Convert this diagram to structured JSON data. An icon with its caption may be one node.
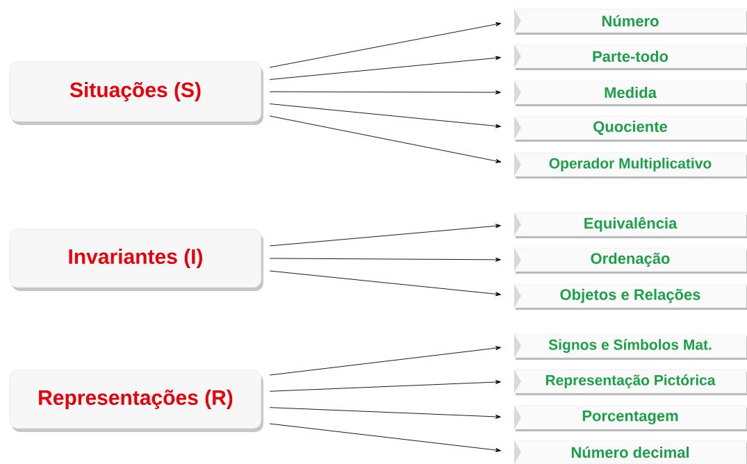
{
  "diagram": {
    "nodes": [
      {
        "text": [
          "Situações (S)"
        ]
      },
      {
        "text": [
          "Número"
        ]
      },
      {
        "text": [
          "Parte-todo"
        ]
      },
      {
        "text": [
          "Medida"
        ]
      },
      {
        "text": [
          "Quociente"
        ]
      },
      {
        "text": [
          "Operador Multiplicativo"
        ]
      },
      {
        "text": [
          "Invariantes (I)"
        ]
      },
      {
        "text": [
          "Equivalência"
        ]
      },
      {
        "text": [
          "Ordenação"
        ]
      },
      {
        "text": [
          "Objetos e Relações"
        ]
      },
      {
        "text": [
          "Representações (R)"
        ]
      },
      {
        "text": [
          "Signos e Símbolos Mat."
        ]
      },
      {
        "text": [
          "Representação Pictórica"
        ]
      },
      {
        "text": [
          "Porcentagem"
        ]
      },
      {
        "text": [
          "Número decimal"
        ]
      }
    ],
    "edges": [
      {
        "from": 0,
        "to": 1,
        "arrow": "to"
      },
      {
        "from": 0,
        "to": 2,
        "arrow": "to"
      },
      {
        "from": 0,
        "to": 3,
        "arrow": "to"
      },
      {
        "from": 0,
        "to": 4,
        "arrow": "to"
      },
      {
        "from": 0,
        "to": 5,
        "arrow": "to"
      },
      {
        "from": 6,
        "to": 7,
        "arrow": "to"
      },
      {
        "from": 6,
        "to": 8,
        "arrow": "to"
      },
      {
        "from": 6,
        "to": 9,
        "arrow": "to"
      },
      {
        "from": 10,
        "to": 11,
        "arrow": "to"
      },
      {
        "from": 10,
        "to": 12,
        "arrow": "to"
      },
      {
        "from": 10,
        "to": 13,
        "arrow": "to"
      },
      {
        "from": 10,
        "to": 14,
        "arrow": "to"
      }
    ]
  }
}
